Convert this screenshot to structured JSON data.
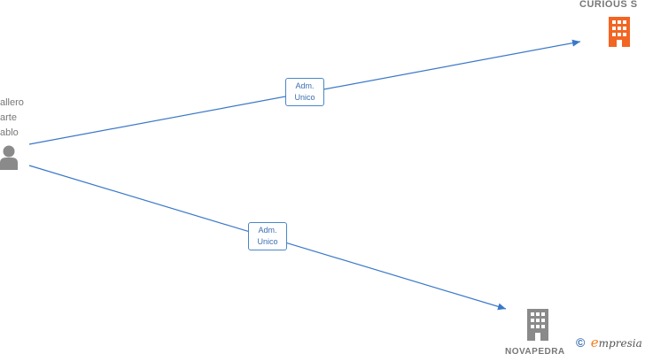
{
  "person": {
    "name_lines": [
      "allero",
      "arte",
      "ablo"
    ],
    "icon": "person-icon",
    "color": "#8a8a8a"
  },
  "companies": [
    {
      "name": "CURIOUS  S",
      "icon": "building-icon",
      "color": "#f26522"
    },
    {
      "name": "NOVAPEDRA",
      "icon": "building-icon",
      "color": "#8a8a8a"
    }
  ],
  "edges": [
    {
      "role_line1": "Adm.",
      "role_line2": "Unico"
    },
    {
      "role_line1": "Adm.",
      "role_line2": "Unico"
    }
  ],
  "edge_color": "#3a78c8",
  "brand": {
    "copyright_symbol": "©",
    "logo_initial": "e",
    "logo_rest": "mpresia"
  }
}
